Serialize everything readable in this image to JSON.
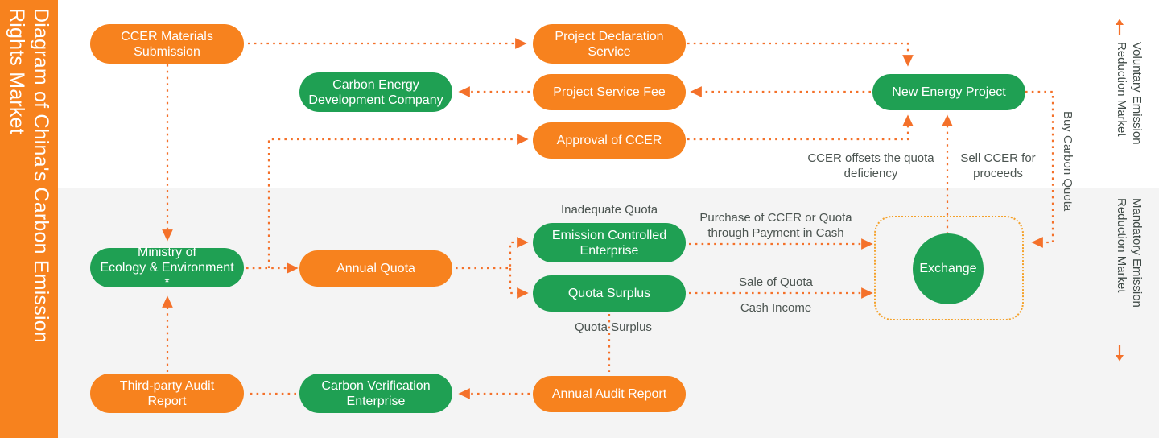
{
  "title_bar": {
    "text": "Diagram of China's Carbon Emission\nRights Market",
    "background": "#F7821E",
    "text_color": "#FFFFFF"
  },
  "palette": {
    "orange": "#F7821E",
    "green": "#1FA053",
    "dotted_orange": "#F4712A",
    "dotted_amber": "#F4A12A",
    "band_top": "#FFFFFF",
    "band_bottom": "#F4F4F4",
    "label_text": "#4B5450"
  },
  "markets": {
    "voluntary": {
      "label": "Voluntary Emission\nReduction Market",
      "arrow": "arrow-up"
    },
    "mandatory": {
      "label": "Mandatory Emission\nReduction Market",
      "arrow": "arrow-down"
    }
  },
  "nodes": {
    "ccer_materials_submission": {
      "label": "CCER Materials\nSubmission",
      "color": "orange"
    },
    "project_declaration_service": {
      "label": "Project Declaration\nService",
      "color": "orange"
    },
    "carbon_energy_development_company": {
      "label": "Carbon Energy\nDevelopment Company",
      "color": "green"
    },
    "project_service_fee": {
      "label": "Project Service Fee",
      "color": "orange"
    },
    "approval_of_ccer": {
      "label": "Approval of CCER",
      "color": "orange"
    },
    "new_energy_project": {
      "label": "New Energy Project",
      "color": "green"
    },
    "ministry_of_ecology": {
      "label": "Ministry of\nEcology & Environment *",
      "color": "green"
    },
    "annual_quota": {
      "label": "Annual Quota",
      "color": "orange"
    },
    "emission_controlled_enterprise": {
      "label": "Emission Controlled\nEnterprise",
      "color": "green"
    },
    "quota_surplus": {
      "label": "Quota Surplus",
      "color": "green"
    },
    "exchange": {
      "label": "Exchange",
      "color": "green"
    },
    "third_party_audit_report": {
      "label": "Third-party Audit\nReport",
      "color": "orange"
    },
    "carbon_verification_enterprise": {
      "label": "Carbon Verification\nEnterprise",
      "color": "green"
    },
    "annual_audit_report": {
      "label": "Annual Audit Report",
      "color": "orange"
    }
  },
  "edge_labels": {
    "ccer_offsets": "CCER offsets the quota\ndeficiency",
    "sell_ccer": "Sell CCER for\nproceeds",
    "buy_carbon_quota": "Buy Carbon Quota",
    "inadequate_quota": "Inadequate Quota",
    "quota_surplus_note": "Quota Surplus",
    "purchase_ccer": "Purchase of CCER or Quota\nthrough Payment in Cash",
    "sale_of_quota": "Sale of Quota",
    "cash_income": "Cash Income"
  },
  "icons": {
    "arrow_up": "arrow-up-icon",
    "arrow_down": "arrow-down-icon"
  }
}
